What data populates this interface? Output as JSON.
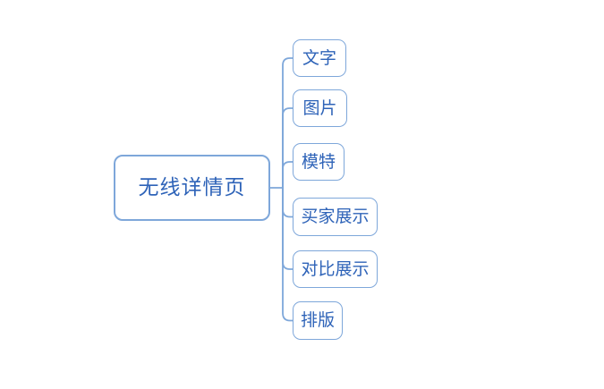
{
  "diagram": {
    "type": "mindmap",
    "root": {
      "label": "无线详情页"
    },
    "children": [
      {
        "label": "文字"
      },
      {
        "label": "图片"
      },
      {
        "label": "模特"
      },
      {
        "label": "买家展示"
      },
      {
        "label": "对比展示"
      },
      {
        "label": "排版"
      }
    ],
    "colors": {
      "node_border": "#7ea7da",
      "connector": "#7ea7da",
      "text": "#2e63b8",
      "background": "#ffffff"
    }
  }
}
